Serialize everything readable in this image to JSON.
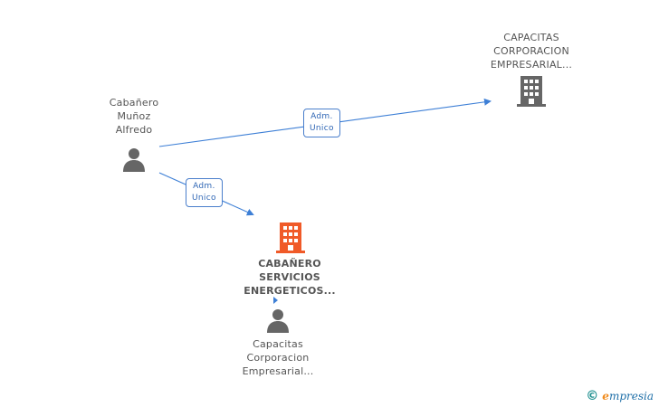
{
  "nodes": {
    "person_1": {
      "label_lines": [
        "Cabañero",
        "Muñoz",
        "Alfredo"
      ],
      "kind": "person-icon",
      "color": "#666666"
    },
    "company_top": {
      "label_lines": [
        "CAPACITAS",
        "CORPORACION",
        "EMPRESARIAL..."
      ],
      "kind": "building-icon",
      "color": "#666666"
    },
    "company_focus": {
      "label_lines": [
        "CABAÑERO",
        "SERVICIOS",
        "ENERGETICOS..."
      ],
      "kind": "building-icon",
      "color": "#f05a28"
    },
    "person_2": {
      "label_lines": [
        "Capacitas",
        "Corporacion",
        "Empresarial..."
      ],
      "kind": "person-icon",
      "color": "#666666"
    }
  },
  "edges": {
    "edge_1": {
      "label_lines": [
        "Adm.",
        "Unico"
      ]
    },
    "edge_2": {
      "label_lines": [
        "Adm.",
        "Unico"
      ]
    }
  },
  "colors": {
    "edge_line": "#3d7fd6",
    "tag_border": "#4a7fcc"
  },
  "footer": {
    "copyright": "©",
    "brand_first": "e",
    "brand_rest": "mpresia"
  }
}
